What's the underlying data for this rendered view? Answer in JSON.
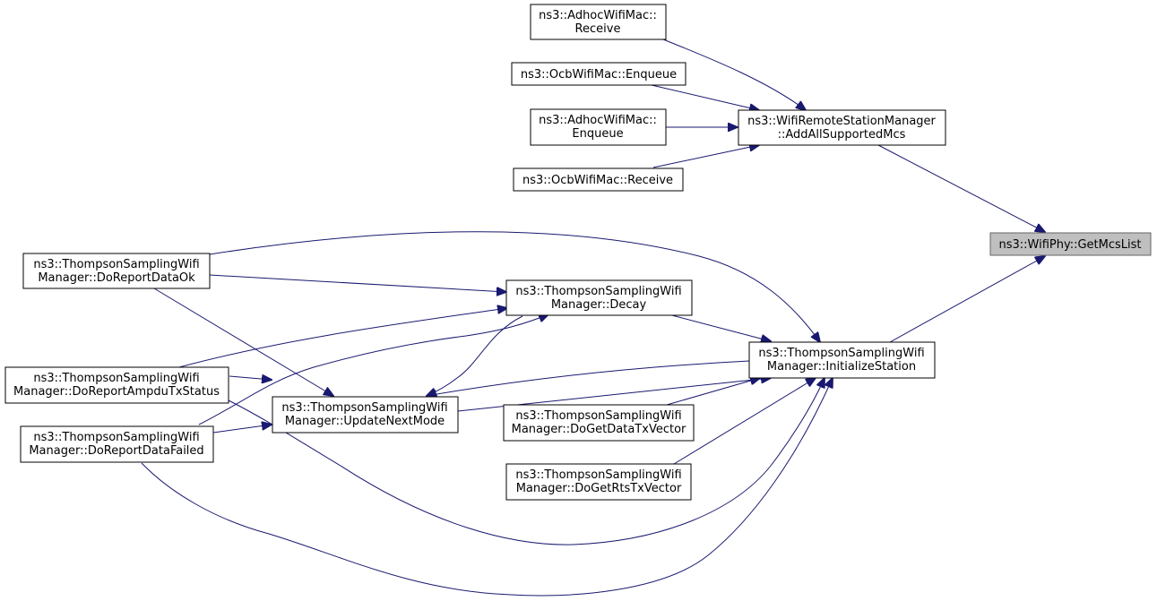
{
  "colors": {
    "edge": "#191970",
    "node_border": "#000000",
    "focus_fill": "#bfbfbf",
    "focus_border": "#666666",
    "background": "#ffffff"
  },
  "nodes": {
    "getmcslist": {
      "lines": [
        "ns3::WifiPhy::GetMcsList"
      ]
    },
    "addallsupportedmcs": {
      "lines": [
        "ns3::WifiRemoteStationManager",
        "::AddAllSupportedMcs"
      ]
    },
    "adhoc_receive": {
      "lines": [
        "ns3::AdhocWifiMac::",
        "Receive"
      ]
    },
    "ocb_enqueue": {
      "lines": [
        "ns3::OcbWifiMac::Enqueue"
      ]
    },
    "adhoc_enqueue": {
      "lines": [
        "ns3::AdhocWifiMac::",
        "Enqueue"
      ]
    },
    "ocb_receive": {
      "lines": [
        "ns3::OcbWifiMac::Receive"
      ]
    },
    "initializestation": {
      "lines": [
        "ns3::ThompsonSamplingWifi",
        "Manager::InitializeStation"
      ]
    },
    "decay": {
      "lines": [
        "ns3::ThompsonSamplingWifi",
        "Manager::Decay"
      ]
    },
    "doreportdataok": {
      "lines": [
        "ns3::ThompsonSamplingWifi",
        "Manager::DoReportDataOk"
      ]
    },
    "doreportampdutxstatus": {
      "lines": [
        "ns3::ThompsonSamplingWifi",
        "Manager::DoReportAmpduTxStatus"
      ]
    },
    "doreportdatafailed": {
      "lines": [
        "ns3::ThompsonSamplingWifi",
        "Manager::DoReportDataFailed"
      ]
    },
    "updatenextmode": {
      "lines": [
        "ns3::ThompsonSamplingWifi",
        "Manager::UpdateNextMode"
      ]
    },
    "dogetdatatxvector": {
      "lines": [
        "ns3::ThompsonSamplingWifi",
        "Manager::DoGetDataTxVector"
      ]
    },
    "dogetrtstxvector": {
      "lines": [
        "ns3::ThompsonSamplingWifi",
        "Manager::DoGetRtsTxVector"
      ]
    }
  },
  "edges": [
    {
      "from": "addallsupportedmcs",
      "to": "getmcslist"
    },
    {
      "from": "initializestation",
      "to": "getmcslist"
    },
    {
      "from": "adhoc_receive",
      "to": "addallsupportedmcs"
    },
    {
      "from": "ocb_enqueue",
      "to": "addallsupportedmcs"
    },
    {
      "from": "adhoc_enqueue",
      "to": "addallsupportedmcs"
    },
    {
      "from": "ocb_receive",
      "to": "addallsupportedmcs"
    },
    {
      "from": "doreportdataok",
      "to": "initializestation"
    },
    {
      "from": "doreportdataok",
      "to": "decay"
    },
    {
      "from": "doreportdataok",
      "to": "updatenextmode"
    },
    {
      "from": "doreportampdutxstatus",
      "to": "decay"
    },
    {
      "from": "doreportampdutxstatus",
      "to": "updatenextmode"
    },
    {
      "from": "doreportampdutxstatus",
      "to": "initializestation"
    },
    {
      "from": "doreportdatafailed",
      "to": "decay"
    },
    {
      "from": "doreportdatafailed",
      "to": "updatenextmode"
    },
    {
      "from": "doreportdatafailed",
      "to": "initializestation"
    },
    {
      "from": "decay",
      "to": "initializestation"
    },
    {
      "from": "decay",
      "to": "updatenextmode"
    },
    {
      "from": "initializestation",
      "to": "updatenextmode"
    },
    {
      "from": "updatenextmode",
      "to": "initializestation"
    },
    {
      "from": "dogetdatatxvector",
      "to": "initializestation"
    },
    {
      "from": "dogetrtstxvector",
      "to": "initializestation"
    }
  ]
}
